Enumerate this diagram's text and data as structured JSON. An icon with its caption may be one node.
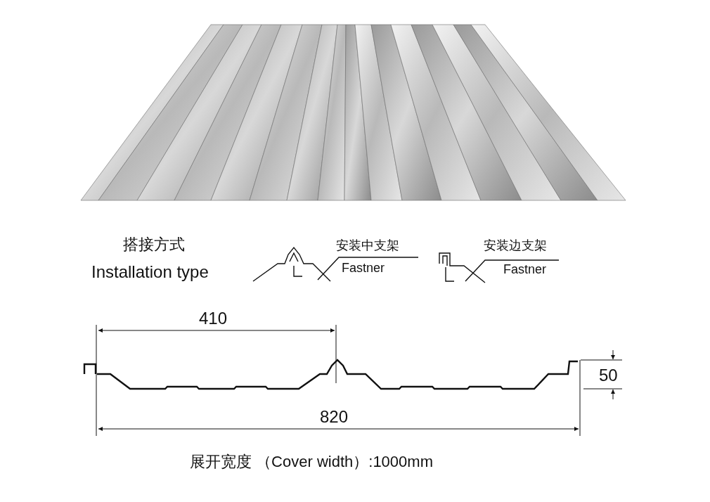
{
  "diagram": {
    "labels": [
      "搭接方式",
      "Installation type",
      "安装中支架",
      "Fastner",
      "安装边支架",
      "Fastner",
      "410",
      "50",
      "820",
      "展开宽度 （Cover width）:1000mm"
    ]
  }
}
